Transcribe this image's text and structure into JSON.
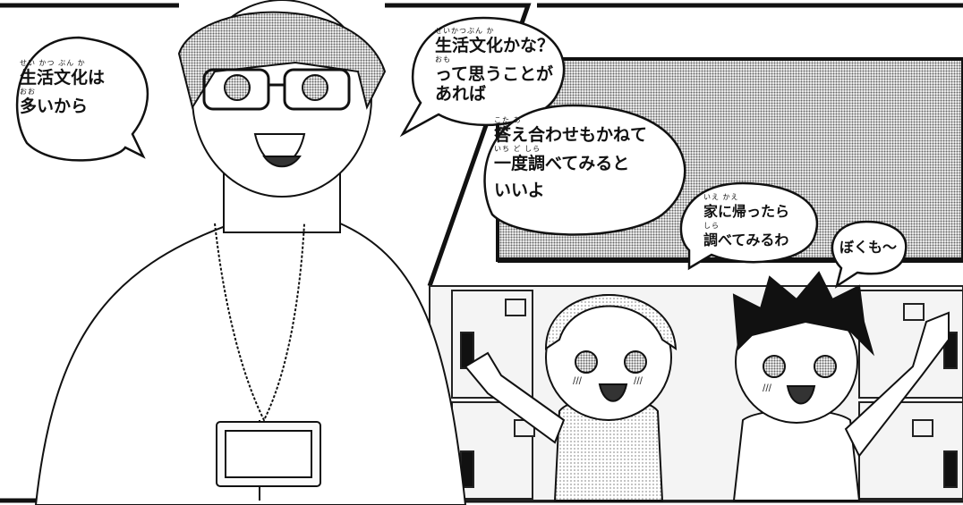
{
  "panel_left": {
    "teacher_speech_1": {
      "lines": [
        "生活文化は",
        "多いから"
      ],
      "ruby": [
        "せい かつ ぶん か",
        "おお"
      ]
    },
    "teacher_speech_2": {
      "lines": [
        "生活文化かな？",
        "って思うことが",
        "あれば"
      ],
      "ruby": [
        "せいかつぶん か",
        "おも",
        ""
      ]
    }
  },
  "panel_right": {
    "teacher_speech_3": {
      "lines": [
        "答え合わせもかねて",
        "一度調べてみると",
        "いいよ"
      ],
      "ruby": [
        "こた   あ",
        "いち ど しら",
        ""
      ]
    },
    "girl_speech": {
      "lines": [
        "家に帰ったら",
        "調べてみるわ"
      ],
      "ruby": [
        "いえ  かえ",
        "しら"
      ]
    },
    "boy_speech": {
      "lines": [
        "ぼくも〜"
      ],
      "ruby": [
        ""
      ]
    },
    "blush_marks": [
      "///",
      "///",
      "///"
    ]
  }
}
